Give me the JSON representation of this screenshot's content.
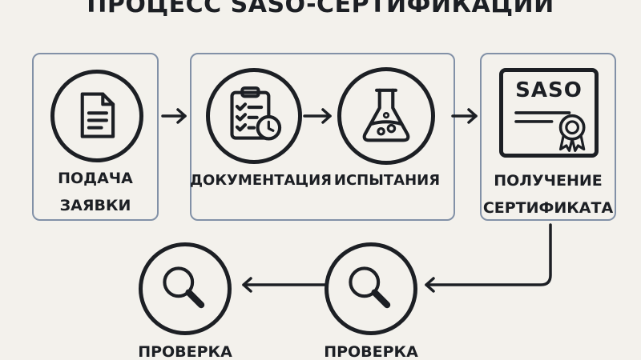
{
  "title": "ПРОЦЕСС SASO-СЕРТИФИКАЦИИ",
  "steps": [
    {
      "line1": "ПОДАЧА",
      "line2": "ЗАЯВКИ",
      "icon": "document-icon"
    },
    {
      "label": "ДОКУМЕНТАЦИЯ",
      "icon": "clipboard-checklist-clock-icon"
    },
    {
      "label": "ИСПЫТАНИЯ",
      "icon": "lab-flask-icon"
    },
    {
      "line1": "ПОЛУЧЕНИЕ",
      "line2": "СЕРТИФИКАТА",
      "icon": "certificate-icon",
      "badge_text": "SASO"
    },
    {
      "label": "ПРОВЕРКА",
      "icon": "magnifier-icon"
    },
    {
      "label": "ПРОВЕРКА",
      "icon": "magnifier-icon"
    }
  ],
  "colors": {
    "background": "#f3f1ec",
    "frame_border": "#8291a7",
    "ink": "#1c1f24"
  }
}
